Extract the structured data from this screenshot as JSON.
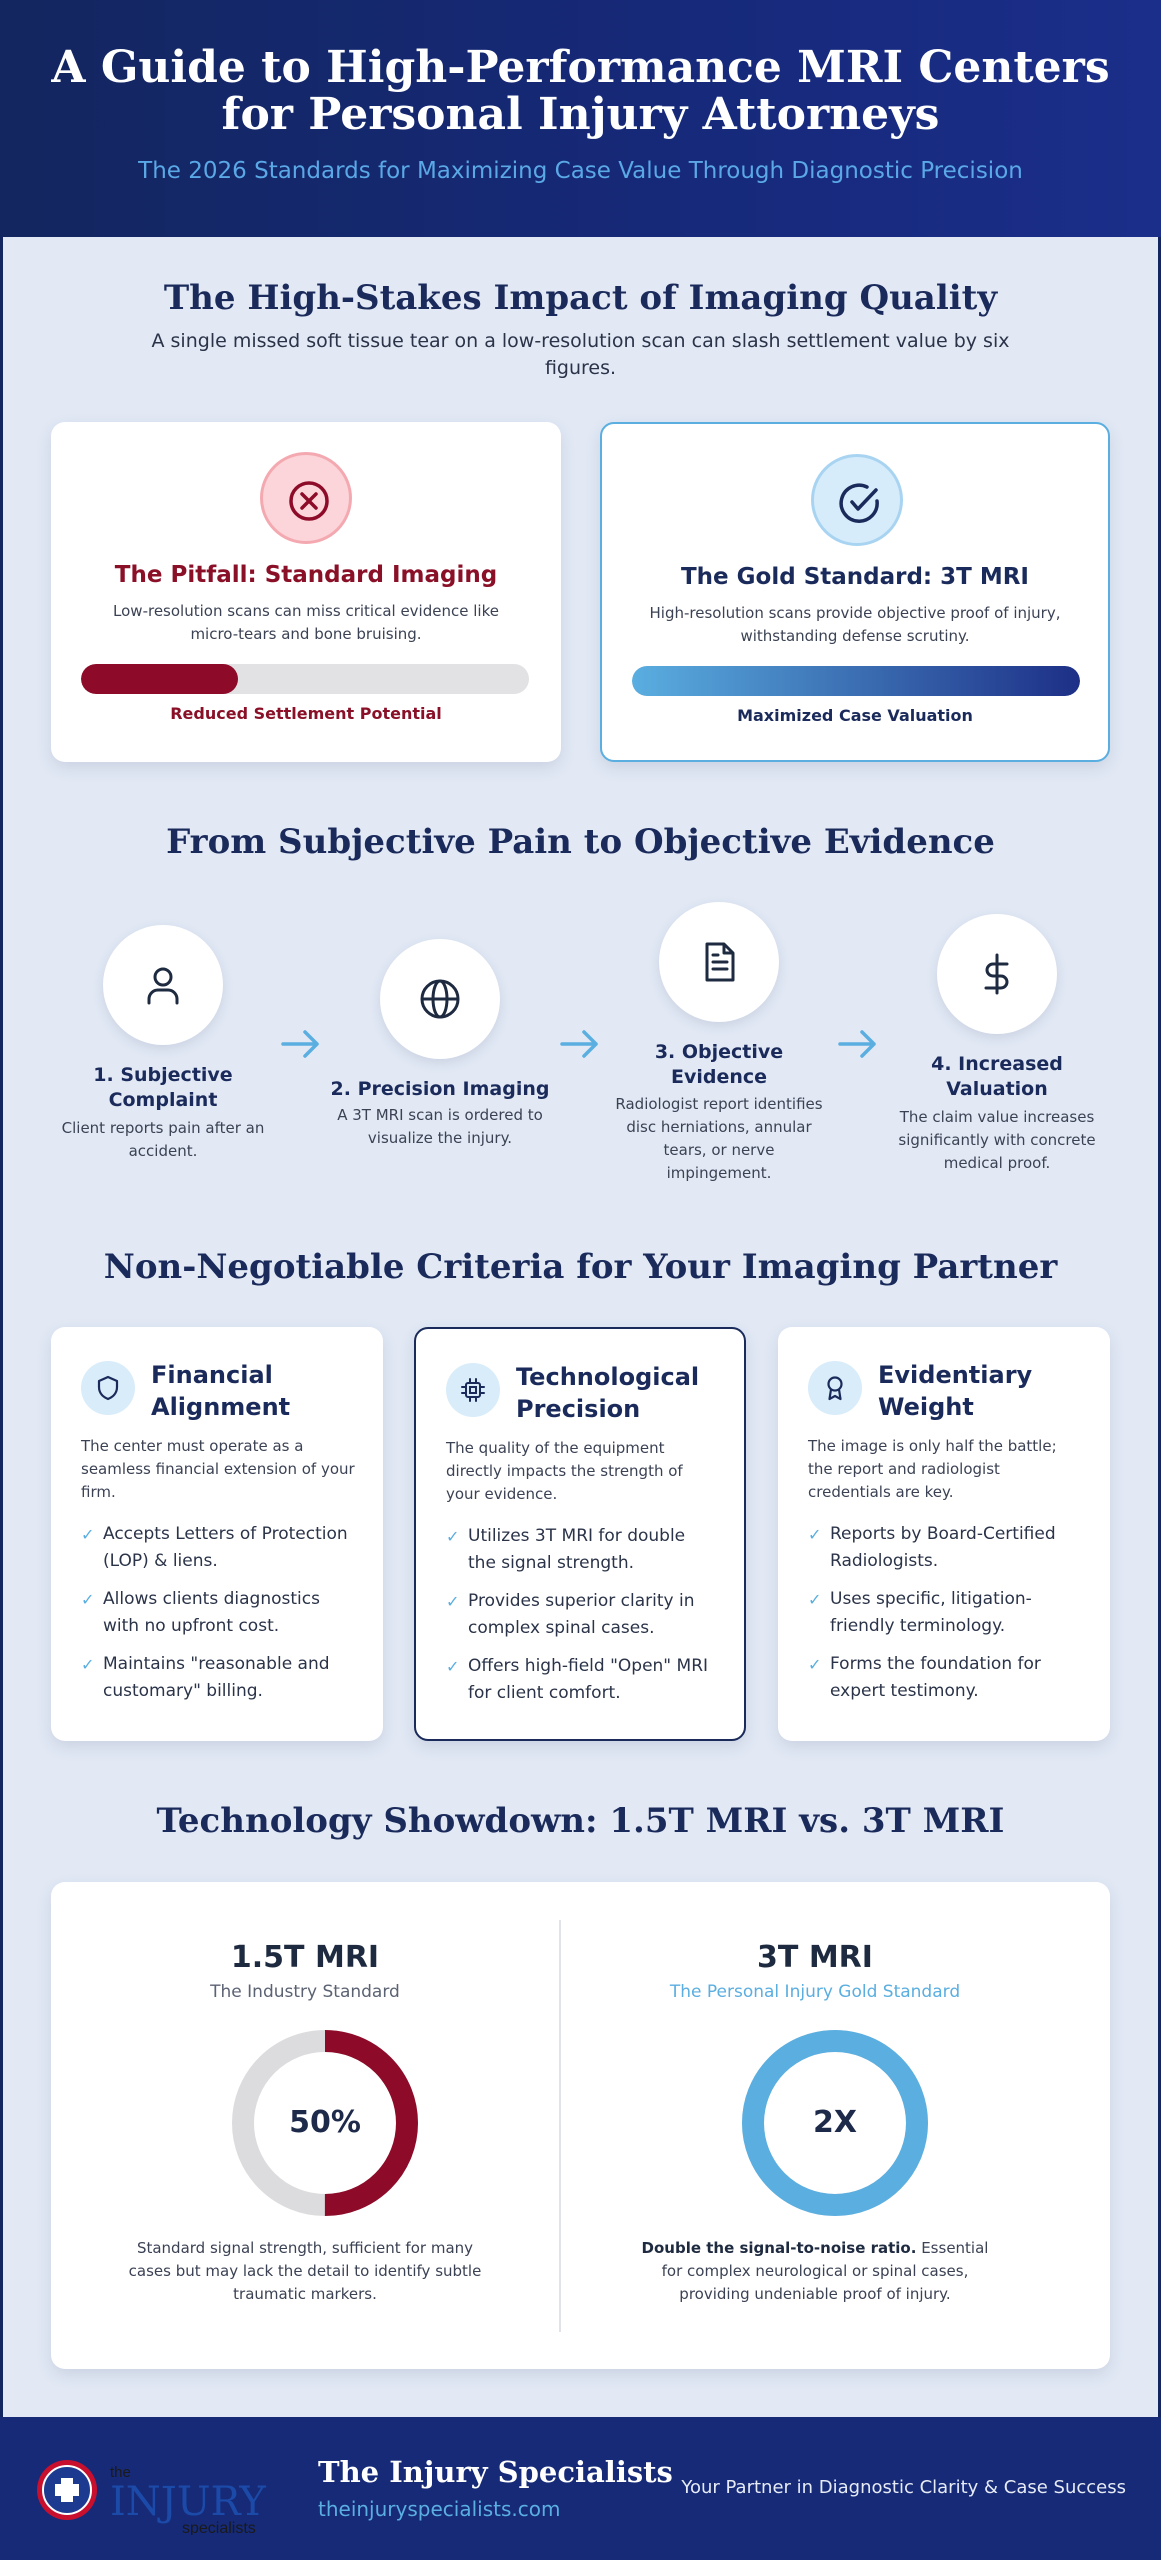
{
  "header": {
    "title": "A Guide to High-Performance MRI Centers for Personal Injury Attorneys",
    "subtitle": "The 2026 Standards for Maximizing Case Value Through Diagnostic Precision"
  },
  "impact": {
    "title": "The High-Stakes Impact of Imaging Quality",
    "description": "A single missed soft tissue tear on a low-resolution scan can slash settlement value by six figures.",
    "cards": [
      {
        "icon": "x-circle-icon",
        "title": "The Pitfall: Standard Imaging",
        "text": "Low-resolution scans can miss critical evidence like micro-tears and bone bruising.",
        "bar_fraction": 0.35,
        "bar_label": "Reduced Settlement Potential",
        "color": "#8d0b28"
      },
      {
        "icon": "check-circle-icon",
        "title": "The Gold Standard: 3T MRI",
        "text": "High-resolution scans provide objective proof of injury, withstanding defense scrutiny.",
        "bar_fraction": 1.0,
        "bar_label": "Maximized Case Valuation",
        "color": "#1d2f86"
      }
    ]
  },
  "process": {
    "title": "From Subjective Pain to Objective Evidence",
    "steps": [
      {
        "icon": "user-icon",
        "title": "1. Subjective Complaint",
        "text": "Client reports pain after an accident."
      },
      {
        "icon": "scan-icon",
        "title": "2. Precision Imaging",
        "text": "A 3T MRI scan is ordered to visualize the injury."
      },
      {
        "icon": "document-icon",
        "title": "3. Objective Evidence",
        "text": "Radiologist report identifies disc herniations, annular tears, or nerve impingement."
      },
      {
        "icon": "dollar-icon",
        "title": "4. Increased Valuation",
        "text": "The claim value increases significantly with concrete medical proof."
      }
    ]
  },
  "criteria": {
    "title": "Non-Negotiable Criteria for Your Imaging Partner",
    "cards": [
      {
        "icon": "shield-icon",
        "title": "Financial Alignment",
        "intro": "The center must operate as a seamless financial extension of your firm.",
        "items": [
          "Accepts Letters of Protection (LOP) & liens.",
          "Allows clients diagnostics with no upfront cost.",
          "Maintains \"reasonable and customary\" billing."
        ]
      },
      {
        "icon": "chip-icon",
        "title": "Technological Precision",
        "intro": "The quality of the equipment directly impacts the strength of your evidence.",
        "items": [
          "Utilizes 3T MRI for double the signal strength.",
          "Provides superior clarity in complex spinal cases.",
          "Offers high-field \"Open\" MRI for client comfort."
        ]
      },
      {
        "icon": "award-icon",
        "title": "Evidentiary Weight",
        "intro": "The image is only half the battle; the report and radiologist credentials are key.",
        "items": [
          "Reports by Board-Certified Radiologists.",
          "Uses specific, litigation-friendly terminology.",
          "Forms the foundation for expert testimony."
        ]
      }
    ]
  },
  "showdown": {
    "title": "Technology Showdown: 1.5T MRI vs. 3T MRI",
    "left": {
      "name": "1.5T MRI",
      "tag": "The Industry Standard",
      "ring_value": "50%",
      "ring_fraction": 0.5,
      "text": "Standard signal strength, sufficient for many cases but may lack the detail to identify subtle traumatic markers."
    },
    "right": {
      "name": "3T MRI",
      "tag": "The Personal Injury Gold Standard",
      "ring_value": "2X",
      "ring_fraction": 1.0,
      "text_bold": "Double the signal-to-noise ratio.",
      "text": " Essential for complex neurological or spinal cases, providing undeniable proof of injury."
    }
  },
  "footer": {
    "logo": {
      "the": "the",
      "brand": "INJURY",
      "sub": "specialists"
    },
    "title": "The Injury Specialists",
    "url": "theinjuryspecialists.com",
    "tagline": "Your Partner in Diagnostic Clarity & Case Success"
  },
  "colors": {
    "navy": "#16297a",
    "accent_blue": "#5aaee0",
    "danger_red": "#8d0b28",
    "background": "#e2e9f5"
  }
}
